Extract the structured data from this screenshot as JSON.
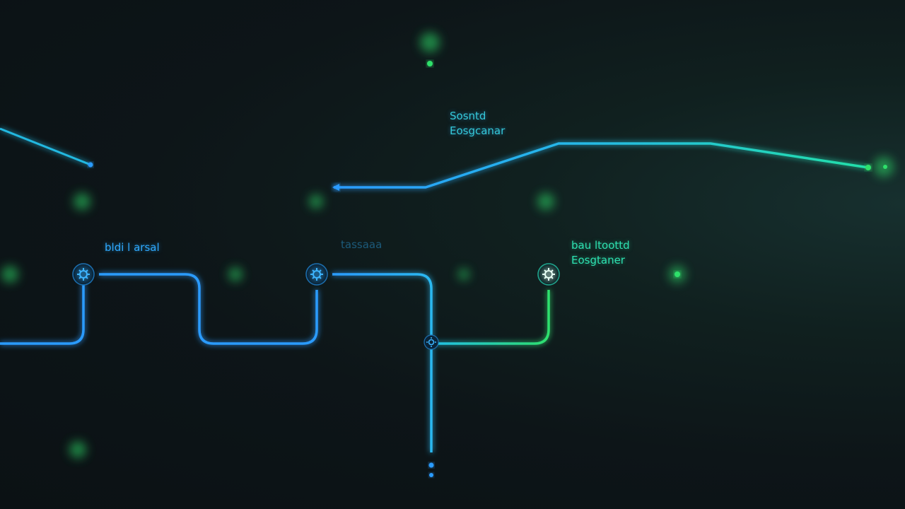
{
  "colors": {
    "background": "#0d1418",
    "blue": "#2b9bff",
    "teal": "#22d3c5",
    "green": "#2ee06a"
  },
  "labels": {
    "top_line1": "Sosntd",
    "top_line2": "Eosgcanar",
    "left": "bldi l arsal",
    "mid": "tassaaa",
    "right_line1": "bau ltoottd",
    "right_line2": "Eosgtaner"
  },
  "icons": {
    "junction_1": "gear-icon",
    "junction_2": "gear-icon",
    "junction_3": "gear-icon",
    "junction_4": "gear-icon"
  }
}
